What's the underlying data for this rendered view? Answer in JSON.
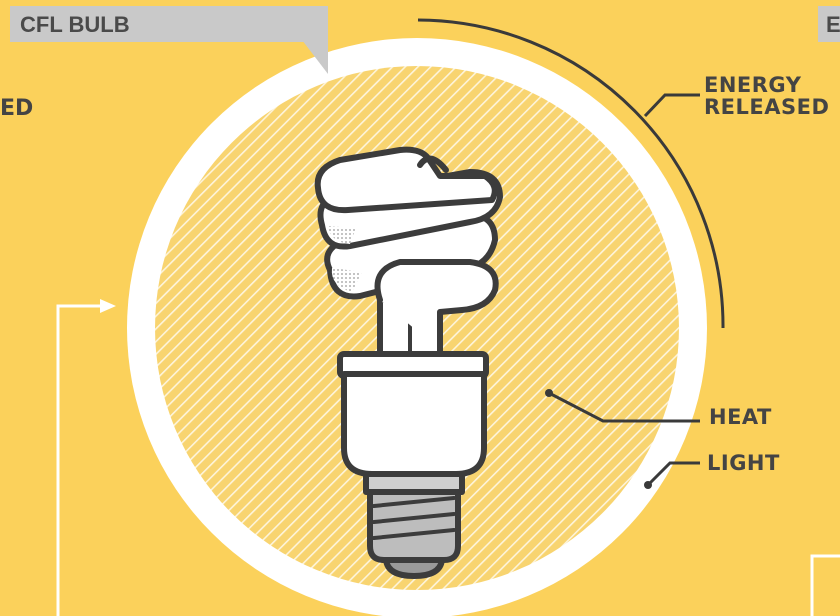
{
  "header": {
    "title": "CFL BULB",
    "right_tab_text": "En"
  },
  "left_fragments": {
    "line1": "",
    "line2": "ED"
  },
  "callouts": {
    "energy_line1": "ENERGY",
    "energy_line2": "RELEASED",
    "heat": "HEAT",
    "light": "LIGHT"
  },
  "colors": {
    "background": "#fbd15b",
    "ring": "#ffffff",
    "inner": "#f8d470",
    "outline": "#3c3c3c",
    "tab": "#c9c9c9"
  },
  "icons": [
    "cfl-bulb-icon",
    "arrow-right-icon"
  ]
}
